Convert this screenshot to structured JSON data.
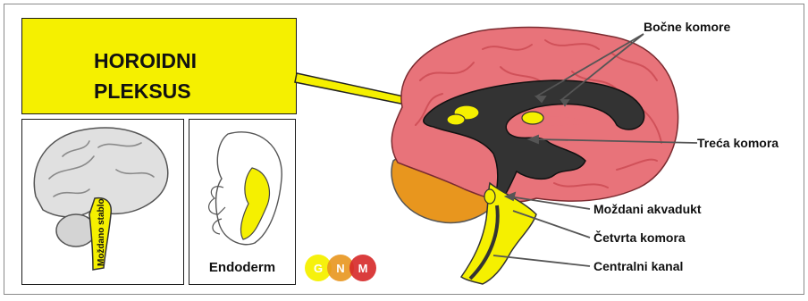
{
  "title": "HOROIDNI\nPLEKSUS",
  "panels": {
    "brainstem_label": "Moždano stablo",
    "endoderm_label": "Endoderm"
  },
  "labels": {
    "lateral_ventricles": "Bočne komore",
    "third_ventricle": "Treća komora",
    "aqueduct": "Moždani akvadukt",
    "fourth_ventricle": "Četvrta komora",
    "central_canal": "Centralni kanal"
  },
  "logo": {
    "letters": [
      "G",
      "N",
      "M"
    ]
  },
  "colors": {
    "highlight_yellow": "#f5f000",
    "cortex_pink": "#e8737a",
    "cerebellum_orange": "#e8961e",
    "ventricle_dark": "#333333"
  }
}
